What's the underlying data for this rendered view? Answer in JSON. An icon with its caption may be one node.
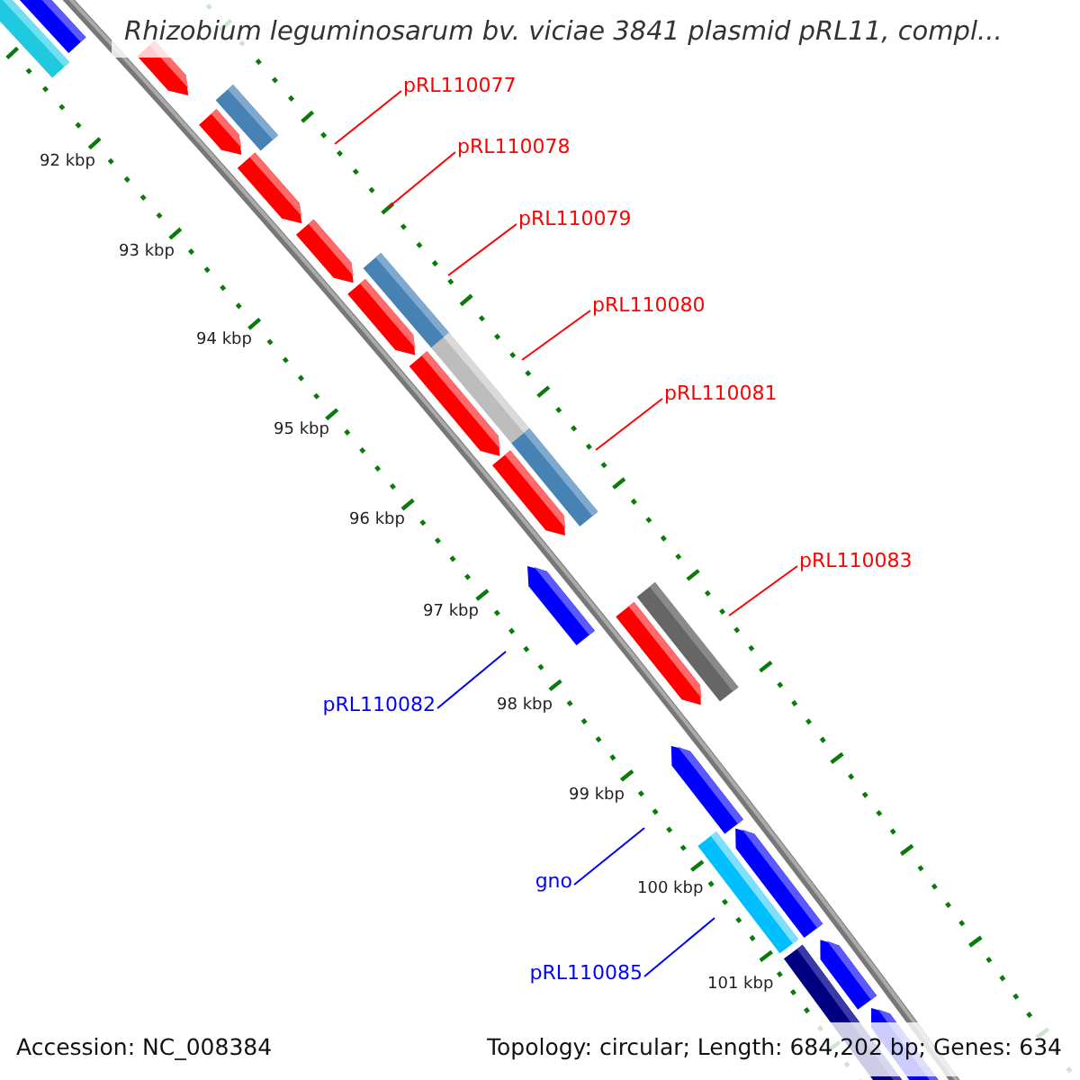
{
  "diagram": {
    "title": "Rhizobium leguminosarum bv. viciae 3841 plasmid pRL11, compl...",
    "nodes": [
      {
        "text": [
          "pRL110077"
        ]
      },
      {
        "text": [
          "pRL110078"
        ]
      },
      {
        "text": [
          "pRL110079"
        ]
      },
      {
        "text": [
          "pRL110080"
        ]
      },
      {
        "text": [
          "pRL110081"
        ]
      },
      {
        "text": [
          "pRL110083"
        ]
      },
      {
        "text": [
          "pRL110082"
        ]
      },
      {
        "text": [
          "gno"
        ]
      },
      {
        "text": [
          "pRL110085"
        ]
      }
    ],
    "edges": [
      {
        "from": 0,
        "to": null,
        "arrow": "none"
      },
      {
        "from": 1,
        "to": null,
        "arrow": "none"
      },
      {
        "from": 2,
        "to": null,
        "arrow": "none"
      },
      {
        "from": 3,
        "to": null,
        "arrow": "none"
      },
      {
        "from": 4,
        "to": null,
        "arrow": "none"
      },
      {
        "from": 5,
        "to": null,
        "arrow": "none"
      },
      {
        "from": 6,
        "to": null,
        "arrow": "none",
        "color": "#0000ff"
      },
      {
        "from": 7,
        "to": null,
        "arrow": "none",
        "color": "#0000ff"
      },
      {
        "from": 8,
        "to": null,
        "arrow": "none",
        "color": "#0000ff"
      }
    ],
    "labels": [
      "92 kbp",
      "93 kbp",
      "94 kbp",
      "95 kbp",
      "96 kbp",
      "97 kbp",
      "98 kbp",
      "99 kbp",
      "100 kbp",
      "101 kbp",
      "Accession: NC_008384",
      "Topology: circular; Length: 684,202 bp; Genes: 634"
    ]
  }
}
